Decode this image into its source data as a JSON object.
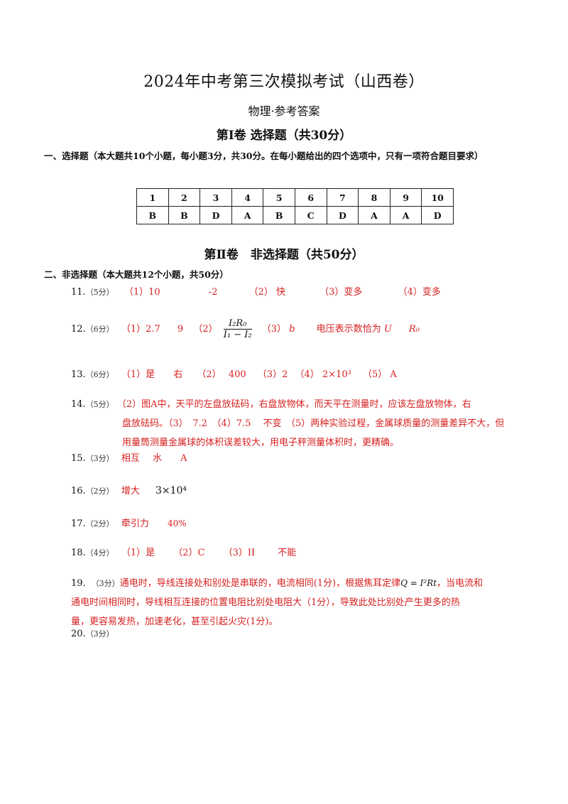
{
  "header": {
    "main_title": "2024年中考第三次模拟考试（山西卷）",
    "subtitle": "物理·参考答案",
    "part1_title": "第Ⅰ卷 选择题（共30分）",
    "section1": "一、选择题（本大题共10个小题，每小题3分，共30分。在每小题给出的四个选项中，只有一项符合题目要求）",
    "part2_title": "第Ⅱ卷　非选择题（共50分）",
    "section2": "二、非选择题（本大题共12个小题，共50分）"
  },
  "answer_table": {
    "numbers": [
      "1",
      "2",
      "3",
      "4",
      "5",
      "6",
      "7",
      "8",
      "9",
      "10"
    ],
    "answers": [
      "B",
      "B",
      "D",
      "A",
      "B",
      "C",
      "D",
      "A",
      "A",
      "D"
    ]
  },
  "questions": {
    "q11": {
      "num": "11.",
      "pts": "（5分）",
      "a1": "（1）10",
      "a2": "-2",
      "a3": "（2） 快",
      "a4": "（3）变多",
      "a5": "（4）变多"
    },
    "q12": {
      "num": "12.",
      "pts": "（6分）",
      "a1": "（1）2.7",
      "a2": "9",
      "a3": "（2）",
      "frac_top": "I₂R₀",
      "frac_bot": "I₁ − I₂",
      "a4": "（3）",
      "a5": "b",
      "a6": "电压表示数恰为",
      "a7": "U",
      "a8": "R₀"
    },
    "q13": {
      "num": "13.",
      "pts": "（6分）",
      "a1": "（1）是",
      "a2": "右",
      "a3": "（2）",
      "a4": "400",
      "a5": "（3）2",
      "a6": "（4）",
      "a7": "2×10³",
      "a8": "（5）",
      "a9": "A"
    },
    "q14": {
      "num": "14.",
      "pts": "（5分）",
      "line1": "（2）图A中，天平的左盘放砝码，右盘放物体，而天平在测量时，应该左盘放物体，右",
      "line2": "盘放砝码。（3）　7.2　（4）7.5　 不变　（5）两种实验过程，金属球质量的测量差异不大，但",
      "line3": "用量筒测量金属球的体积误差较大，用电子秤测量体积时，更精确。"
    },
    "q15": {
      "num": "15.",
      "pts": "（3分）",
      "a1": "相互",
      "a2": "水",
      "a3": "A"
    },
    "q16": {
      "num": "16.",
      "pts": "（2分）",
      "a1": "增大",
      "a2": "3×10⁴"
    },
    "q17": {
      "num": "17.",
      "pts": "（2分）",
      "a1": "牵引力",
      "a2": "40%"
    },
    "q18": {
      "num": "18.",
      "pts": "（4分）",
      "a1": "（1）是",
      "a2": "（2）C",
      "a3": "（3）II",
      "a4": "不能"
    },
    "q19": {
      "num": "19.",
      "pts": "（3分）",
      "line1a": "通电时，导线连接处和别处是串联的，电流相同(1分)，根据焦耳定律",
      "formula": "Q = I²Rt",
      "line1b": "，当电流和",
      "line2": "通电时间相同时，导线相互连接的位置电阻比别处电阻大（1分），导致此处比别处产生更多的热",
      "line3": "量，更容易发热，加速老化，甚至引起火灾(1分)。"
    },
    "q20": {
      "num": "20.",
      "pts": "（3分）"
    }
  }
}
